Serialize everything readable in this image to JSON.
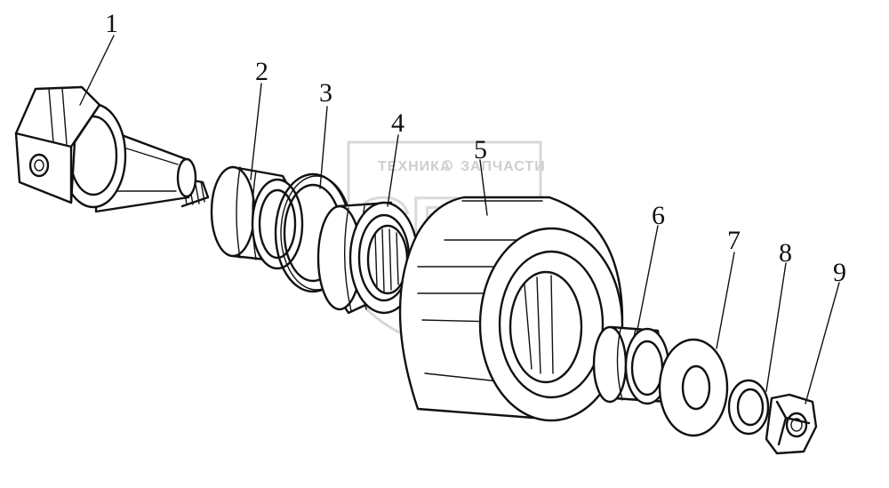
{
  "watermark": {
    "text_left": "ТЕХНИКА",
    "text_right": "ЗАПЧАСТИ",
    "logo_letters": "СПФ",
    "color": "#d0d0d0"
  },
  "parts": [
    {
      "number": "1",
      "name": "axle-bolt"
    },
    {
      "number": "2",
      "name": "bushing"
    },
    {
      "number": "3",
      "name": "seal-ring"
    },
    {
      "number": "4",
      "name": "bearing"
    },
    {
      "number": "5",
      "name": "roller"
    },
    {
      "number": "6",
      "name": "bearing"
    },
    {
      "number": "7",
      "name": "flat-washer"
    },
    {
      "number": "8",
      "name": "spring-washer"
    },
    {
      "number": "9",
      "name": "nut"
    }
  ],
  "ink_color": "#111111"
}
